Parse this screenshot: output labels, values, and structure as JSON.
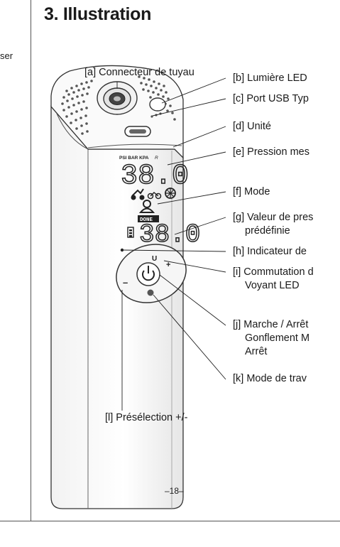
{
  "page": {
    "margin_fragment": "ser",
    "section_title": "3.  Illustration",
    "page_number": "–18–"
  },
  "labels": {
    "a": "[a] Connecteur de tuyau",
    "b": "[b] Lumière LED",
    "c": "[c] Port USB Typ",
    "d": "[d] Unité",
    "e": "[e] Pression mes",
    "f": "[f] Mode",
    "g_line1": "[g] Valeur de pres",
    "g_line2": "prédéfinie",
    "h": "[h] Indicateur de",
    "i_line1": "[i] Commutation d",
    "i_line2": "Voyant LED",
    "j_line1": "[j] Marche / Arrêt",
    "j_line2": "Gonflement M",
    "j_line3": "Arrêt",
    "k": "[k]  Mode de trav",
    "l": "[l] Présélection +/-"
  },
  "device_display": {
    "units": "PSI BAR KPA",
    "measured_digits": "38.0",
    "preset_digits": "38.0",
    "mode_caption": "DONE"
  }
}
